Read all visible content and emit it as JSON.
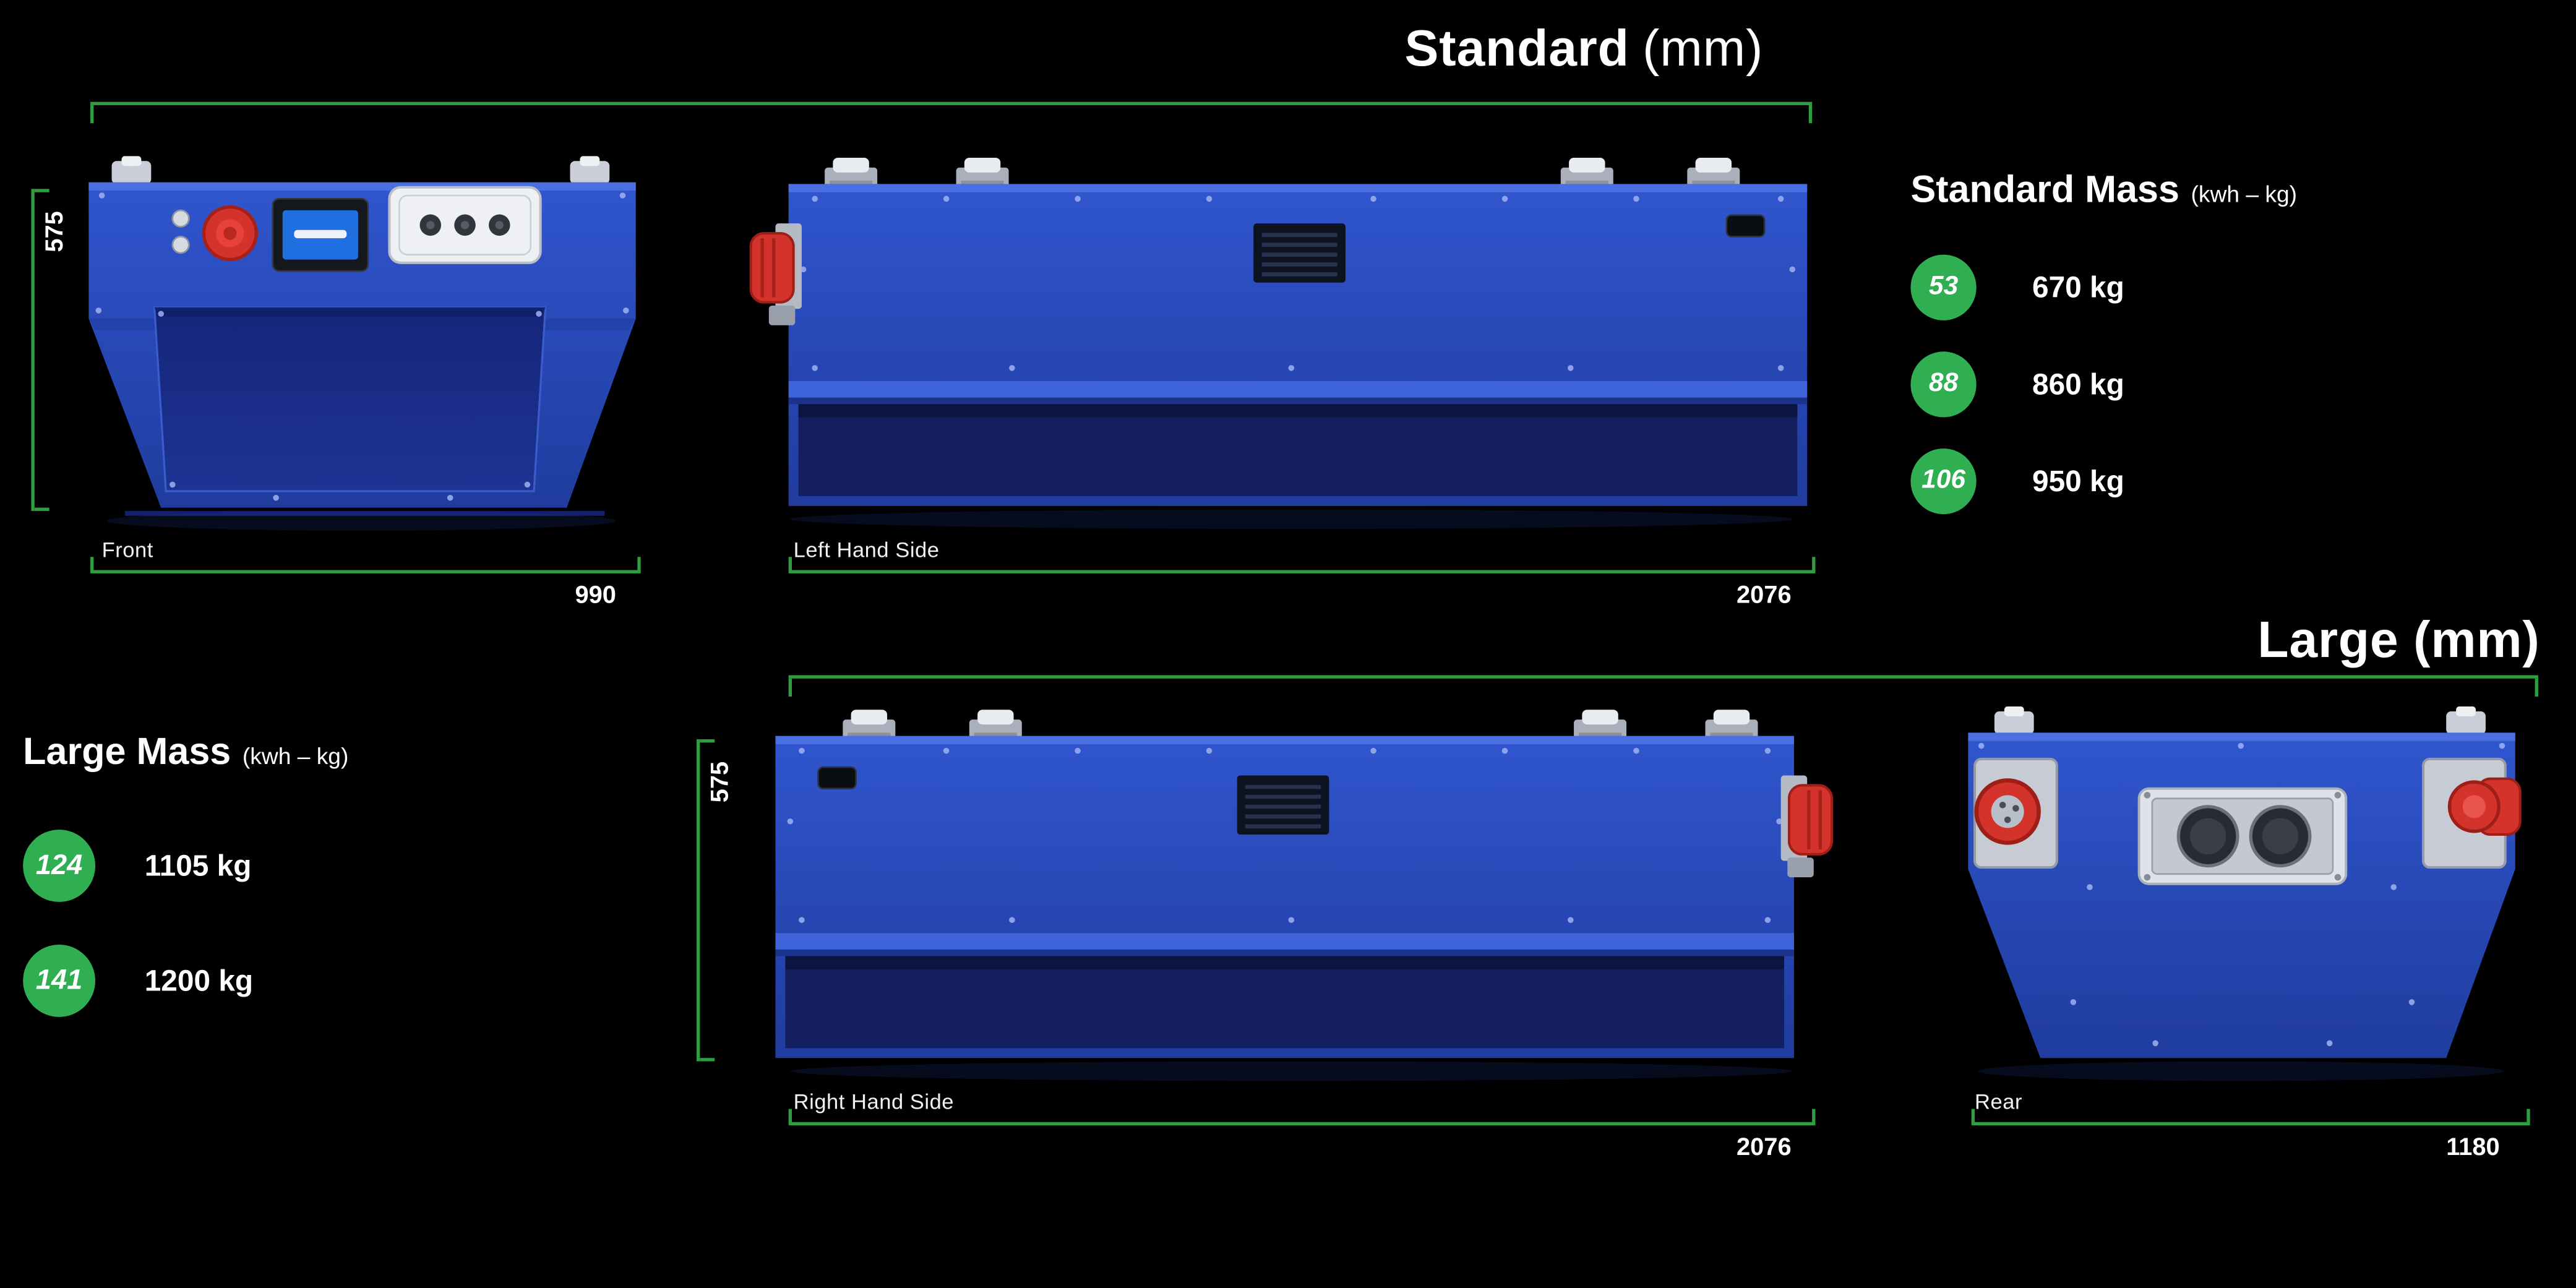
{
  "standard": {
    "title_bold": "Standard",
    "title_unit": "(mm)"
  },
  "large": {
    "title": "Large (mm)"
  },
  "standard_mass": {
    "title": "Standard Mass",
    "unit": "(kwh – kg)",
    "rows": [
      {
        "kwh": "53",
        "mass": "670 kg"
      },
      {
        "kwh": "88",
        "mass": "860 kg"
      },
      {
        "kwh": "106",
        "mass": "950 kg"
      }
    ]
  },
  "large_mass": {
    "title": "Large Mass",
    "unit": "(kwh – kg)",
    "rows": [
      {
        "kwh": "124",
        "mass": "1105 kg"
      },
      {
        "kwh": "141",
        "mass": "1200 kg"
      }
    ]
  },
  "views": {
    "front": {
      "label": "Front",
      "width": "990",
      "height": "575"
    },
    "left_side": {
      "label": "Left Hand Side",
      "width": "2076"
    },
    "right_side": {
      "label": "Right Hand Side",
      "width": "2076",
      "height": "575"
    },
    "rear": {
      "label": "Rear",
      "width": "1180"
    }
  },
  "colors": {
    "background": "#000000",
    "line_green": "#2e9e41",
    "badge_green": "#2fae52",
    "text_white": "#ffffff",
    "device_blue": "#2a4cc0",
    "device_navy": "#131f5e",
    "connector_red": "#d3332a"
  }
}
